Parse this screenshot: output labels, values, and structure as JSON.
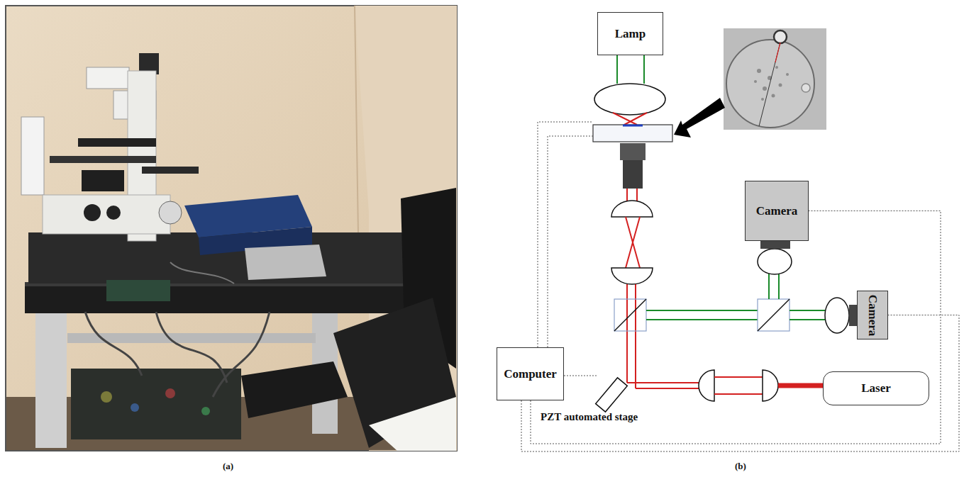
{
  "diagram": {
    "nodes": [
      {
        "text": [
          "Lamp"
        ]
      },
      {
        "text": [
          "Camera"
        ]
      },
      {
        "text": [
          "Camera"
        ]
      },
      {
        "text": [
          "Computer"
        ]
      },
      {
        "text": [
          "Laser"
        ]
      }
    ],
    "edges": [
      {
        "from": 3,
        "to": 1,
        "arrow": "none"
      },
      {
        "from": 3,
        "to": 2,
        "arrow": "none"
      }
    ],
    "labels": [
      "PZT automated stage",
      "(a)",
      "(b)"
    ]
  }
}
